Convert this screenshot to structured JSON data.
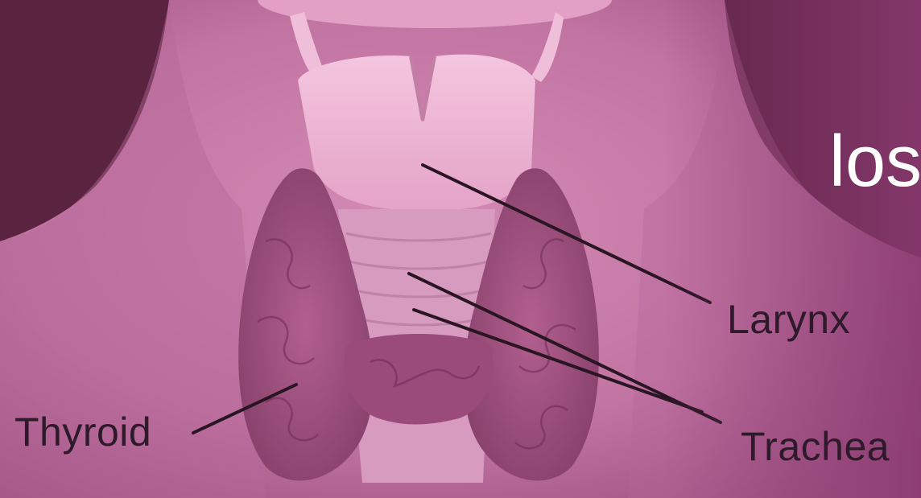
{
  "labels": {
    "thyroid": "Thyroid",
    "larynx": "Larynx",
    "trachea": "Trachea"
  },
  "slide_text_fragment": "los",
  "colors": {
    "skin": "#c97aa8",
    "hair": "#5a2340",
    "thyroid_gland": "#a14e7e",
    "cartilage": "#efb6d6",
    "label_text": "#2e1a2a",
    "leader_line": "#2a1522",
    "slide_overlay": "#8a3a70"
  }
}
